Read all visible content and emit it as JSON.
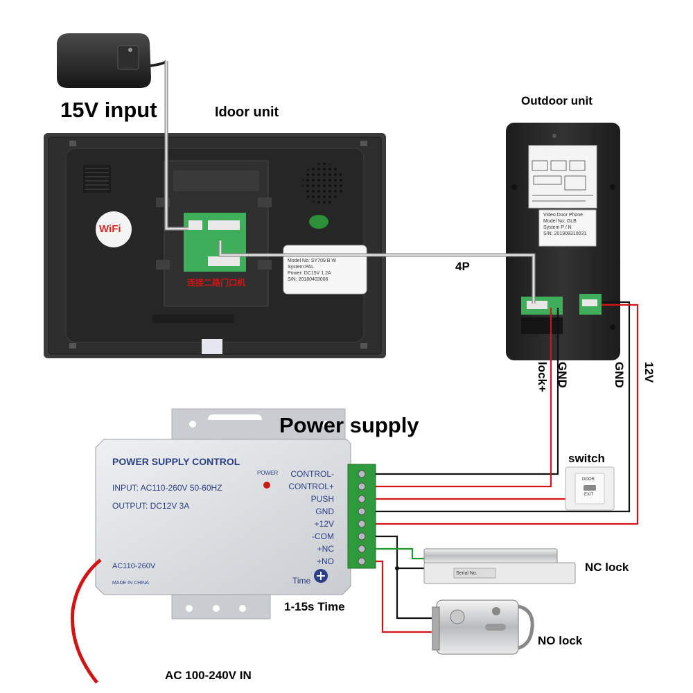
{
  "labels": {
    "input_15v": "15V input",
    "indoor_unit": "Idoor unit",
    "outdoor_unit": "Outdoor unit",
    "cable_4p": "4P",
    "power_supply": "Power supply",
    "switch": "switch",
    "nc_lock": "NC lock",
    "no_lock": "NO lock",
    "time_range": "1-15s Time",
    "ac_in": "AC 100-240V IN",
    "lock_plus": "lock+",
    "gnd_left": "GND",
    "gnd_right": "GND",
    "v12": "12V"
  },
  "indoor": {
    "wifi": "WiFi",
    "chinese_note": "连接二路门口机",
    "sticker_lines": [
      "Model No: SY709  B  W",
      "System:PAL",
      "Power: DC15V  1.2A",
      "S/N: 20180403006"
    ]
  },
  "outdoor": {
    "sticker_lines": [
      "Video Door Phone",
      "Model No. GLB",
      "System P / N",
      "S/N: 201908310031"
    ]
  },
  "psu": {
    "title": "POWER SUPPLY CONTROL",
    "input_spec": "INPUT: AC110-260V 50-60HZ",
    "output_spec": "OUTPUT: DC12V  3A",
    "power_led_label": "POWER",
    "ac_label": "AC110-260V",
    "made_in": "MADE IN CHINA",
    "time_label": "Time",
    "terminals": [
      "CONTROL-",
      "CONTROL+",
      "PUSH",
      "GND",
      "+12V",
      "-COM",
      "+NC",
      "+NO"
    ]
  },
  "switch_plate": {
    "line1": "DOOR",
    "line2": "EXIT"
  },
  "nc_lock_plate": "Serial No.",
  "colors": {
    "red_wire": "#d41414",
    "black_wire": "#111111",
    "green_wire": "#1e9a2e",
    "psu_body": "#dcdfe2",
    "terminal_green": "#2f9a3c",
    "panel_dark": "#2a2a2a"
  }
}
